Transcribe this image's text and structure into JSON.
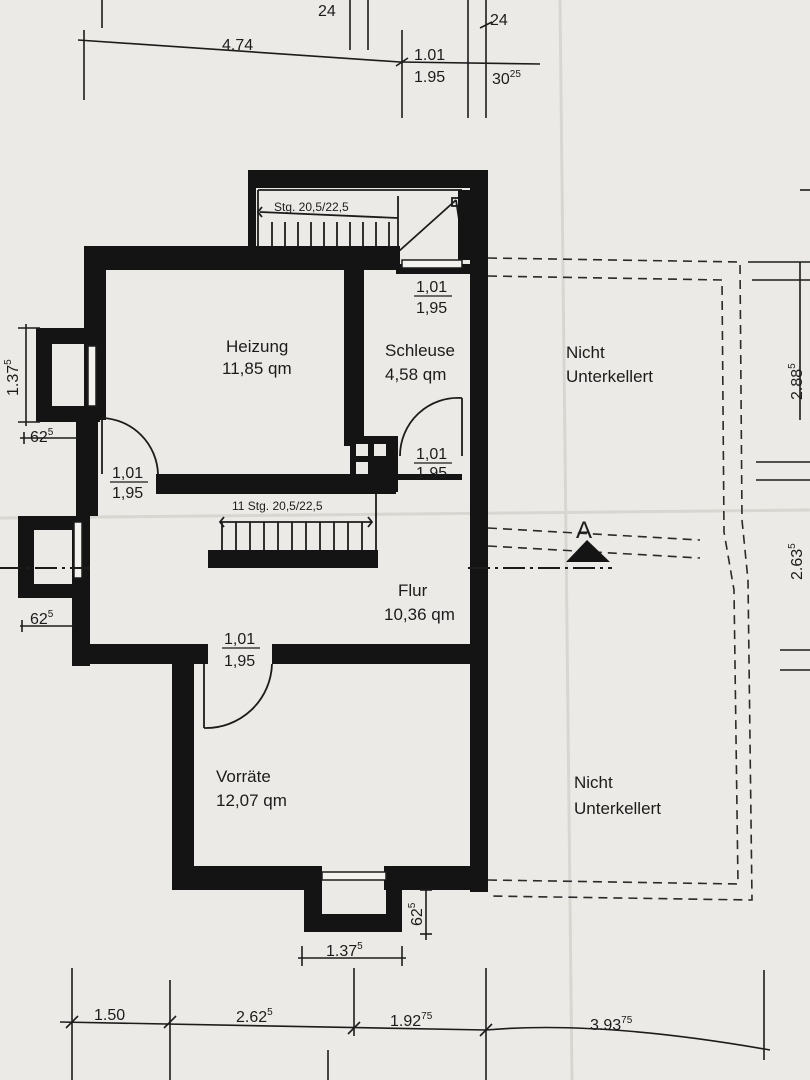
{
  "rooms": {
    "heizung": {
      "name": "Heizung",
      "area": "11,85 qm"
    },
    "schleuse": {
      "name": "Schleuse",
      "area": "4,58 qm"
    },
    "flur": {
      "name": "Flur",
      "area": "10,36 qm"
    },
    "vorraete": {
      "name": "Vorräte",
      "area": "12,07 qm"
    },
    "nicht_upper": {
      "line1": "Nicht",
      "line2": "Unterkellert"
    },
    "nicht_lower": {
      "line1": "Nicht",
      "line2": "Unterkellert"
    }
  },
  "stairs": {
    "upper": "Stg. 20,5/22,5",
    "lower": "11 Stg. 20,5/22,5"
  },
  "doors": {
    "schleuse_top": {
      "width": "1,01",
      "height": "1,95"
    },
    "schleuse_side": {
      "width": "1,01",
      "height": "1,95"
    },
    "heizung": {
      "width": "1,01",
      "height": "1,95"
    },
    "vorraete": {
      "width": "1,01",
      "height": "1,95"
    }
  },
  "section_marker": "A",
  "dimensions": {
    "top_24_left": "24",
    "top_24_right": "24",
    "top_474": "4.74",
    "top_101": "1.01",
    "top_195": "1.95",
    "top_30_main": "30",
    "top_30_sup": "25",
    "left_137_main": "1.37",
    "left_137_sup": "5",
    "left_62_upper_main": "62",
    "left_62_upper_sup": "5",
    "left_62_lower_main": "62",
    "left_62_lower_sup": "5",
    "bottom_62_main": "62",
    "bottom_62_sup": "5",
    "bottom_137_main": "1.37",
    "bottom_137_sup": "5",
    "right_288_main": "2.88",
    "right_288_sup": "5",
    "right_263_main": "2.63",
    "right_263_sup": "5",
    "b_150": "1.50",
    "b_262_main": "2.62",
    "b_262_sup": "5",
    "b_192_main": "1.92",
    "b_192_sup": "75",
    "b_393_main": "3.93",
    "b_393_sup": "75"
  }
}
